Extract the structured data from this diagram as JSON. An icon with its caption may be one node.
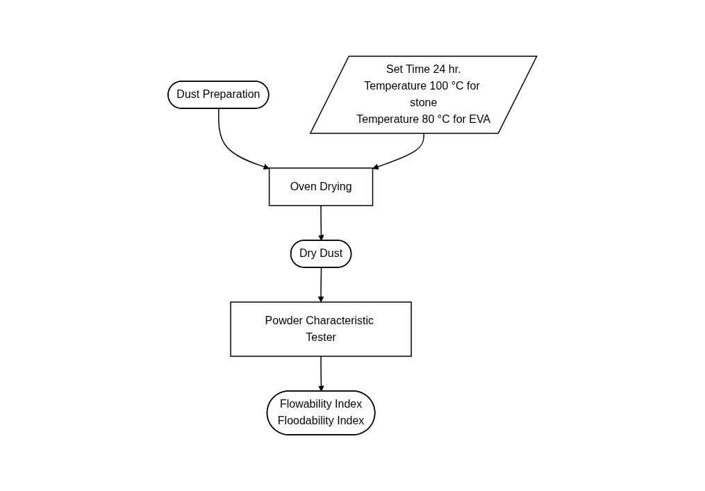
{
  "diagram": {
    "nodes": [
      {
        "text": [
          "Dust Preparation"
        ]
      },
      {
        "text": [
          "Set Time 24 hr.",
          "Temperature 100 °C for stone",
          "Temperature 80 °C for EVA"
        ]
      },
      {
        "text": [
          "Oven Drying"
        ]
      },
      {
        "text": [
          "Dry Dust"
        ]
      },
      {
        "text": [
          "Powder Characteristic Tester"
        ]
      },
      {
        "text": [
          "Flowability Index",
          "Floodability Index"
        ]
      }
    ],
    "edges": [
      {
        "from": 0,
        "to": 2,
        "arrow": "to"
      },
      {
        "from": 1,
        "to": 2,
        "arrow": "to"
      },
      {
        "from": 2,
        "to": 3,
        "arrow": "to"
      },
      {
        "from": 3,
        "to": 4,
        "arrow": "to"
      },
      {
        "from": 4,
        "to": 5,
        "arrow": "to"
      }
    ]
  }
}
